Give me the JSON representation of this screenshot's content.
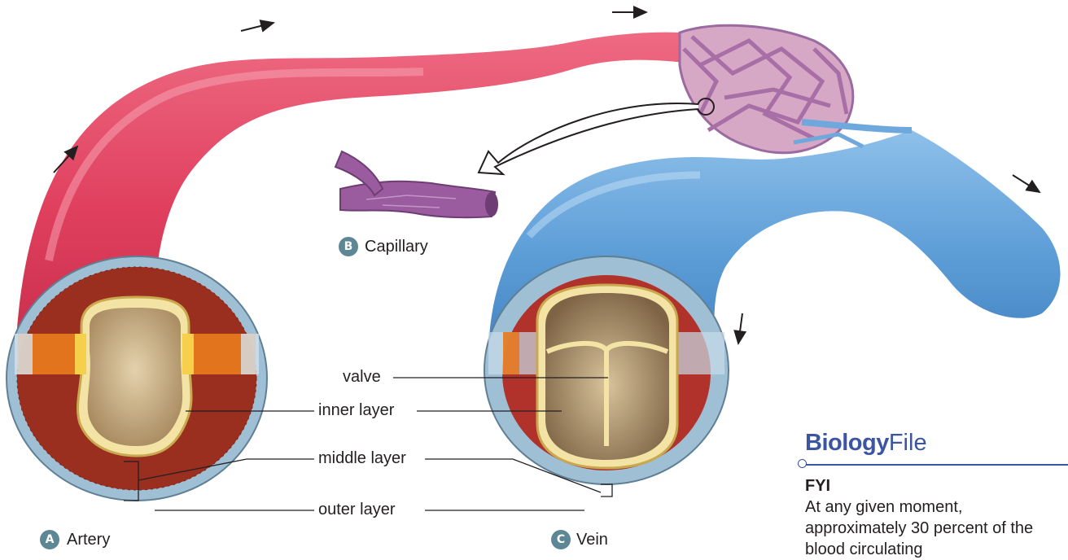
{
  "labels": {
    "valve": "valve",
    "inner_layer": "inner layer",
    "middle_layer": "middle layer",
    "outer_layer": "outer layer"
  },
  "vessels": {
    "artery": {
      "letter": "A",
      "name": "Artery"
    },
    "capillary": {
      "letter": "B",
      "name": "Capillary"
    },
    "vein": {
      "letter": "C",
      "name": "Vein"
    }
  },
  "sidebar": {
    "title_bold": "Biology",
    "title_rest": "File",
    "heading": "FYI",
    "text": "At any given moment, approximately 30 percent of the blood circulating"
  },
  "colors": {
    "artery": "#e0405e",
    "vein": "#5f9fd8",
    "capillary": "#9a6aa0",
    "badge": "#5d8794",
    "accent": "#3b55a2"
  }
}
